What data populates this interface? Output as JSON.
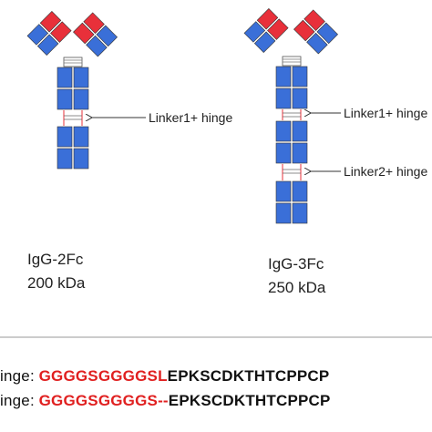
{
  "antibodies": [
    {
      "name": "IgG-2Fc",
      "mass": "200 kDa",
      "linkers": [
        "Linker1+ hinge"
      ]
    },
    {
      "name": "IgG-3Fc",
      "mass": "250 kDa",
      "linkers": [
        "Linker1+ hinge",
        "Linker2+ hinge"
      ]
    }
  ],
  "sequences": [
    {
      "label": "inge:",
      "linker": "GGGGSGGGGSL",
      "hinge": "EPKSCDKTHTCPPCP"
    },
    {
      "label": "inge:",
      "linker": "GGGGSGGGGS--",
      "hinge": "EPKSCDKTHTCPPCP"
    }
  ],
  "colors": {
    "blue": "#3a6fd8",
    "red": "#e8303a",
    "separator": "#bbbbbb"
  }
}
